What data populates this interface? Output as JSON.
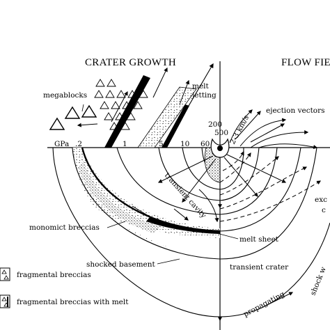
{
  "titles": {
    "left": "CRATER GROWTH",
    "right": "FLOW FIE"
  },
  "pressure": {
    "unit": "GPa",
    "ticks": [
      ".2",
      "1",
      "5",
      "10",
      "60"
    ],
    "upper": [
      "200",
      "500"
    ]
  },
  "velocity": "2-3 km/s",
  "labels": {
    "megablocks": "megablocks",
    "melt_jetting_1": "melt",
    "melt_jetting_2": "jetting",
    "ejection_vectors": "ejection vectors",
    "transient_cavity": "transient cavity",
    "monomict_breccias": "monomict breccias",
    "melt_sheet": "melt sheet",
    "shocked_basement": "shocked basement",
    "transient_crater": "transient crater",
    "propagating": "propagating",
    "shock_w": "shock w",
    "exc_1": "exc",
    "exc_2": "c"
  },
  "legend": [
    {
      "symbol": "triangles",
      "label": "fragmental breccias"
    },
    {
      "symbol": "triangles-melt",
      "label": "fragmental breccias with melt"
    }
  ]
}
